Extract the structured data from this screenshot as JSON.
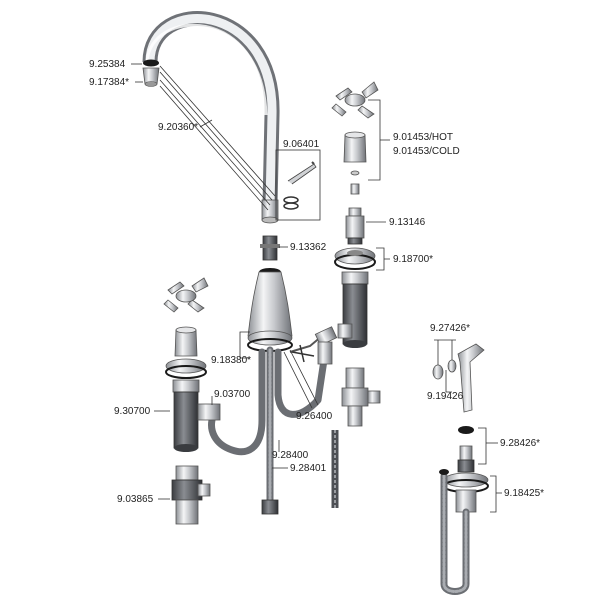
{
  "labels": {
    "spout_oring": "9.25384",
    "spout_aerator": "9.17384*",
    "spout_kit": "9.20360*",
    "wrench": "9.06401",
    "handle_hot_cold_1": "9.01453/HOT",
    "handle_hot_cold_2": "9.01453/COLD",
    "cartridge": "9.13146",
    "flange_kit_right": "9.18700*",
    "spout_connector": "9.13362",
    "spout_base_kit": "9.18380*",
    "tee_connector": "9.03700",
    "valve_body_left": "9.30700",
    "hose_link": "9.26400",
    "hose_main": "9.28400",
    "hose_supply": "9.28401",
    "stop_valve": "9.03865",
    "spray_head": "9.27426*",
    "spray_washer": "9.19426",
    "spray_hose": "9.28426*",
    "spray_base": "9.18425*"
  },
  "icons": [
    "faucet-spout-icon",
    "cross-handle-icon",
    "allen-wrench-icon",
    "spray-head-icon",
    "hose-icon"
  ],
  "colors": {
    "chrome": "#d9dbde",
    "dark_body": "#5a5d62",
    "hose": "#6b6e73",
    "washer": "#1a1a1a"
  }
}
